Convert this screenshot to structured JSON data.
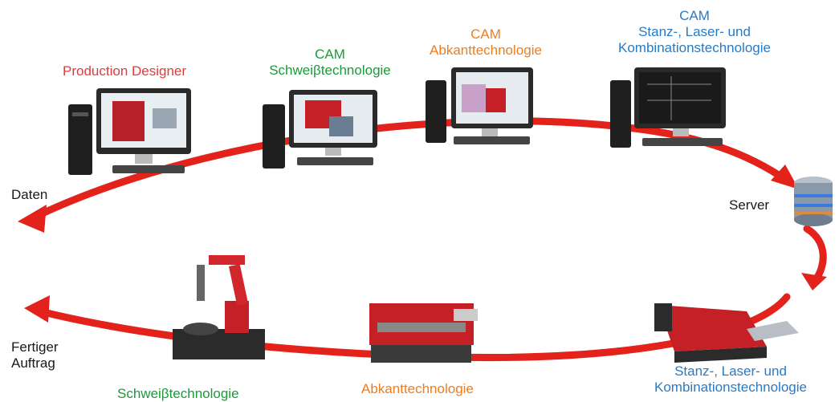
{
  "colors": {
    "arrow": "#e3231b",
    "red_text": "#e03a3a",
    "green_text": "#1a9a3a",
    "orange_text": "#ee7d1c",
    "blue_text": "#2a7ac4",
    "black_text": "#1a1a1a"
  },
  "labels": {
    "production_designer": "Production Designer",
    "cam_welding_1": "CAM",
    "cam_welding_2": "Schweiβtechnologie",
    "cam_bending_1": "CAM",
    "cam_bending_2": "Abkanttechnologie",
    "cam_punch_1": "CAM",
    "cam_punch_2": "Stanz-, Laser- und",
    "cam_punch_3": "Kombinationstechnologie",
    "daten": "Daten",
    "server": "Server",
    "finished_1": "Fertiger",
    "finished_2": "Auftrag",
    "welding": "Schweiβtechnologie",
    "bending": "Abkanttechnologie",
    "punch_1": "Stanz-, Laser- und",
    "punch_2": "Kombinationstechnologie"
  },
  "icons": [
    "computer-icon",
    "server-icon",
    "welding-robot-icon",
    "press-brake-icon",
    "laser-machine-icon"
  ]
}
